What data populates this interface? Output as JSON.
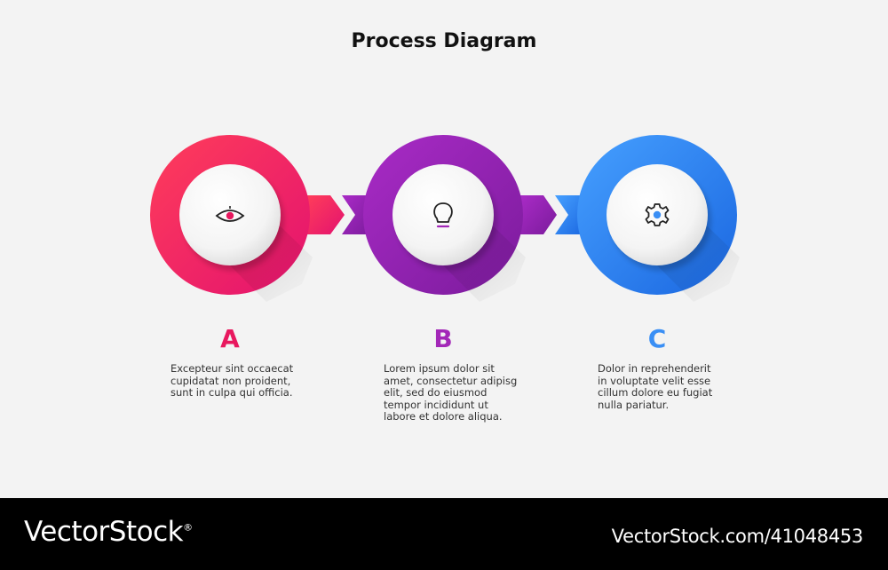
{
  "title": "Process Diagram",
  "steps": [
    {
      "letter": "A",
      "icon": "eye-icon",
      "color_start": "#ff2a5f",
      "color_end": "#e0156e",
      "letter_color": "#e8185e",
      "text": [
        "Excepteur sint occaecat",
        "cupidatat non proident,",
        "sunt in culpa qui officia."
      ]
    },
    {
      "letter": "B",
      "icon": "lightbulb-icon",
      "color_start": "#a025c0",
      "color_end": "#7a1a9a",
      "letter_color": "#a328b8",
      "text": [
        "Lorem ipsum dolor sit",
        "amet, consectetur adipisg",
        "elit, sed do eiusmod",
        "tempor incididunt ut",
        "labore et dolore aliqua."
      ]
    },
    {
      "letter": "C",
      "icon": "gear-icon",
      "color_start": "#3a96ff",
      "color_end": "#1d6fe8",
      "letter_color": "#3a8ff5",
      "text": [
        "Dolor in reprehenderit",
        "in voluptate velit esse",
        "cillum dolore eu fugiat",
        "nulla pariatur."
      ]
    }
  ],
  "footer": {
    "brand": "VectorStock",
    "registered_mark": "®",
    "stock_id": "VectorStock.com/41048453"
  }
}
